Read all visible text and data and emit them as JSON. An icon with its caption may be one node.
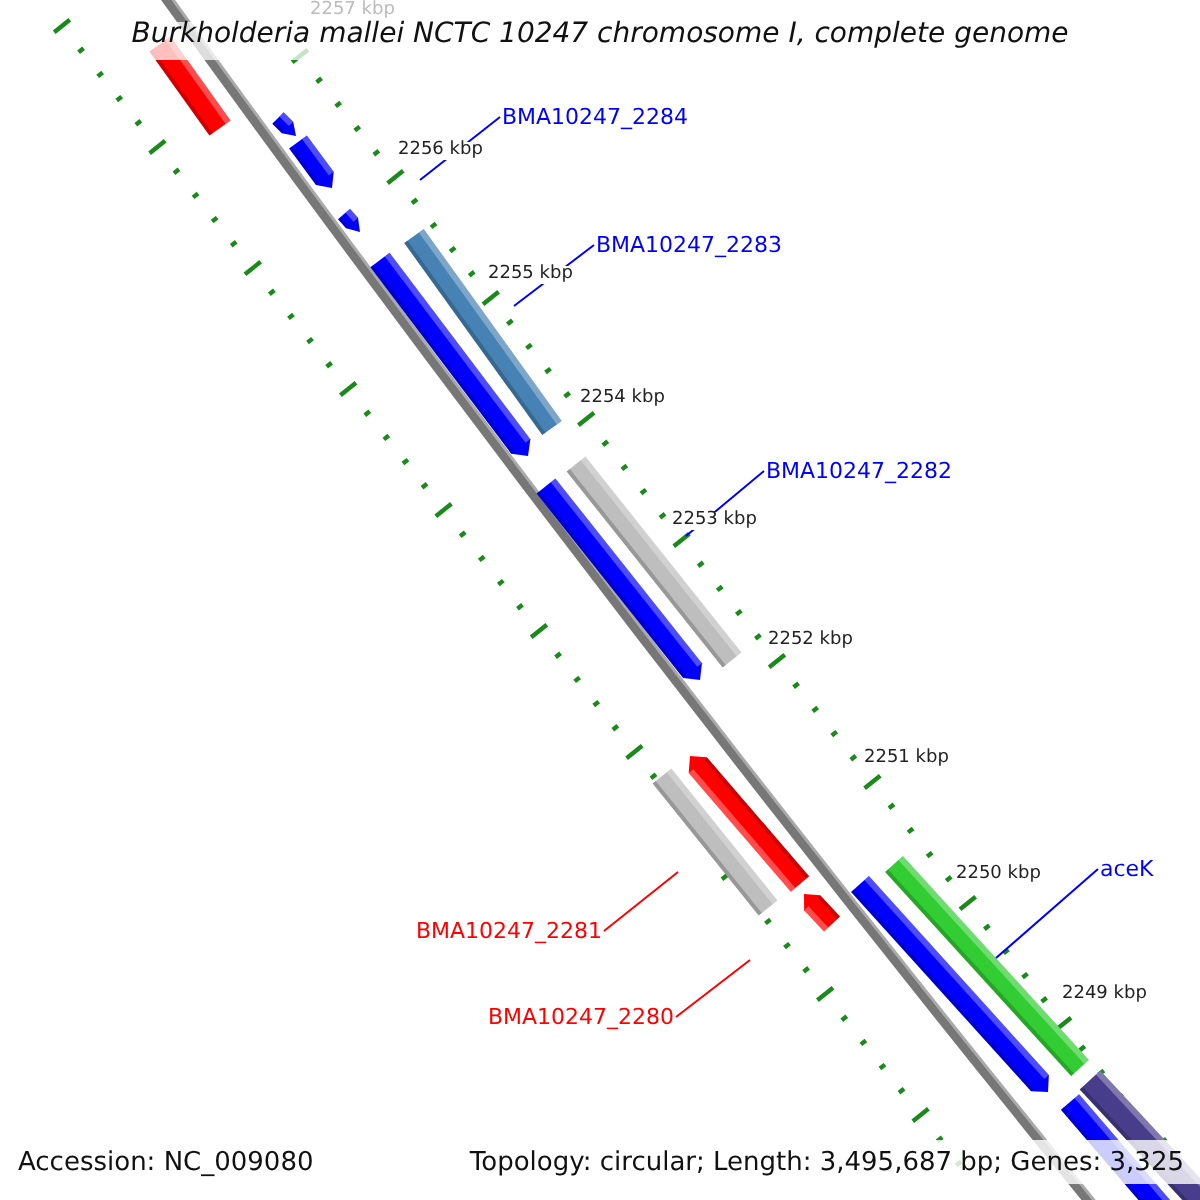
{
  "diagram": {
    "title": "Burkholderia mallei NCTC 10247 chromosome I, complete genome",
    "nodes": [
      {
        "text": [
          "BMA10247_2284"
        ]
      },
      {
        "text": [
          "BMA10247_2283"
        ]
      },
      {
        "text": [
          "BMA10247_2282"
        ]
      },
      {
        "text": [
          "aceK"
        ]
      },
      {
        "text": [
          "BMA10247_2281"
        ]
      },
      {
        "text": [
          "BMA10247_2280"
        ]
      },
      {
        "text": [],
        "shape": "bar"
      }
    ],
    "edges": [
      {
        "from": 0,
        "to": null,
        "arrow": "none"
      },
      {
        "from": 1,
        "to": null,
        "arrow": "none"
      },
      {
        "from": 2,
        "to": null,
        "arrow": "none"
      },
      {
        "from": 3,
        "to": 6,
        "arrow": "none"
      },
      {
        "from": 4,
        "to": null,
        "arrow": "none",
        "color": "#ff0000"
      },
      {
        "from": 5,
        "to": null,
        "arrow": "none",
        "color": "#ff0000"
      }
    ],
    "labels": [
      "2257 kbp",
      "2256 kbp",
      "2255 kbp",
      "2254 kbp",
      "2253 kbp",
      "2252 kbp",
      "2251 kbp",
      "2250 kbp",
      "2249 kbp",
      "Accession: NC_009080",
      "Topology: circular; Length: 3,495,687 bp; Genes: 3,325"
    ]
  }
}
